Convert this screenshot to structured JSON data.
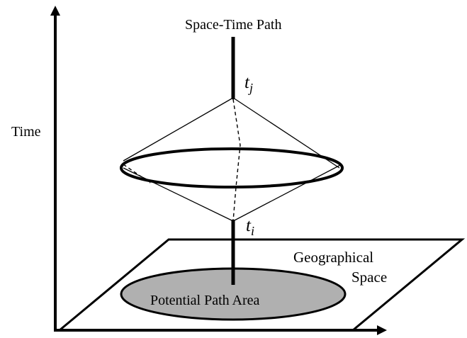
{
  "labels": {
    "time_axis": "Time",
    "space_time_path": "Space-Time Path",
    "geographical_space_line1": "Geographical",
    "geographical_space_line2": "Space",
    "potential_path_area": "Potential Path Area"
  },
  "time_markers": {
    "upper": {
      "base": "t",
      "sub": "j"
    },
    "lower": {
      "base": "t",
      "sub": "i"
    }
  },
  "colors": {
    "line": "#000000",
    "background": "#ffffff",
    "potential_path_area_fill": "#b0b0b0"
  }
}
